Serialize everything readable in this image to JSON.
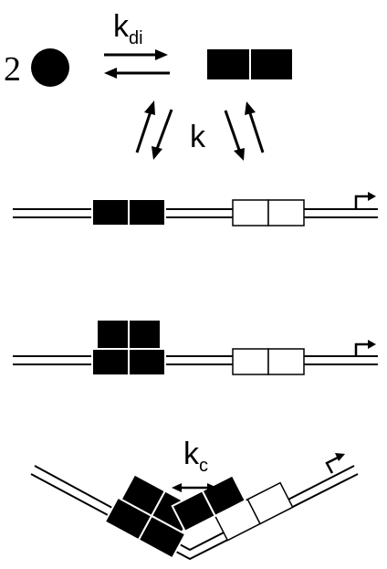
{
  "labels": {
    "monomer_count": "2",
    "k_dimer_main": "k",
    "k_dimer_sub": "di",
    "k_binding": "k",
    "k_coop_main": "k",
    "k_coop_sub": "c"
  },
  "colors": {
    "ink": "#000000",
    "background": "#ffffff",
    "filled_site": "#000000",
    "empty_site": "#ffffff"
  }
}
